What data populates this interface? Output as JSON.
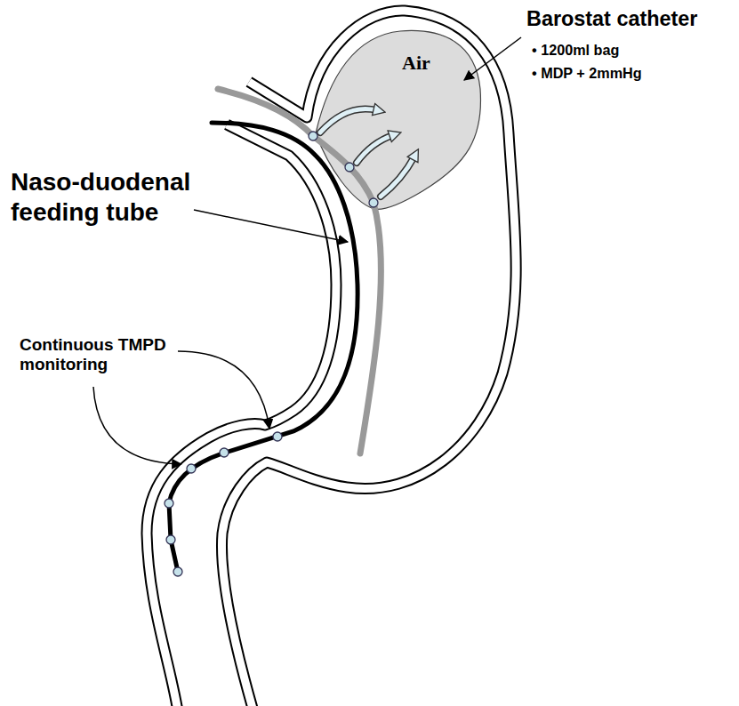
{
  "diagram": {
    "nodes": [
      {
        "text": [
          "Air"
        ]
      }
    ],
    "labels": [
      "Barostat catheter",
      "• 1200ml bag",
      "• MDP + 2mmHg",
      "Naso-duodenal feeding tube",
      "Continuous TMPD monitoring"
    ]
  }
}
